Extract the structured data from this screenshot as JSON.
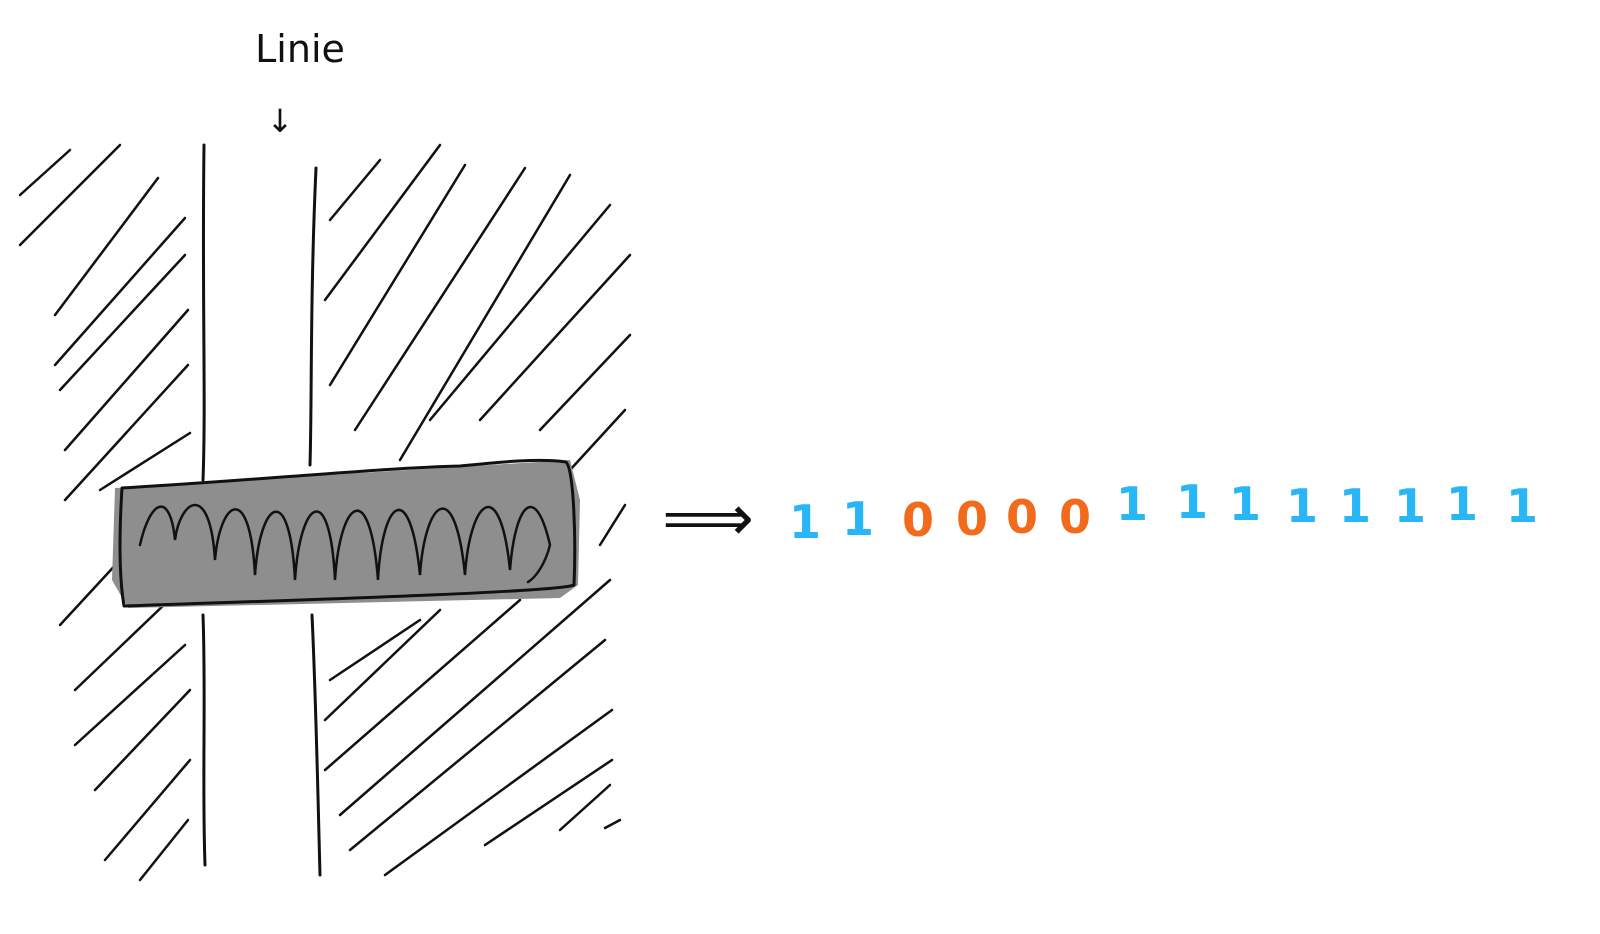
{
  "label": {
    "text": "Linie",
    "arrow": "↓"
  },
  "result_arrow": "⟹",
  "colors": {
    "ink": "#111111",
    "sensor_fill": "#8e8e8e",
    "one": "#29b6f6",
    "zero": "#f26b1d"
  },
  "bits": [
    "1",
    "1",
    "0",
    "0",
    "0",
    "0",
    "1",
    "1",
    "1",
    "1",
    "1",
    "1",
    "1",
    "1"
  ]
}
